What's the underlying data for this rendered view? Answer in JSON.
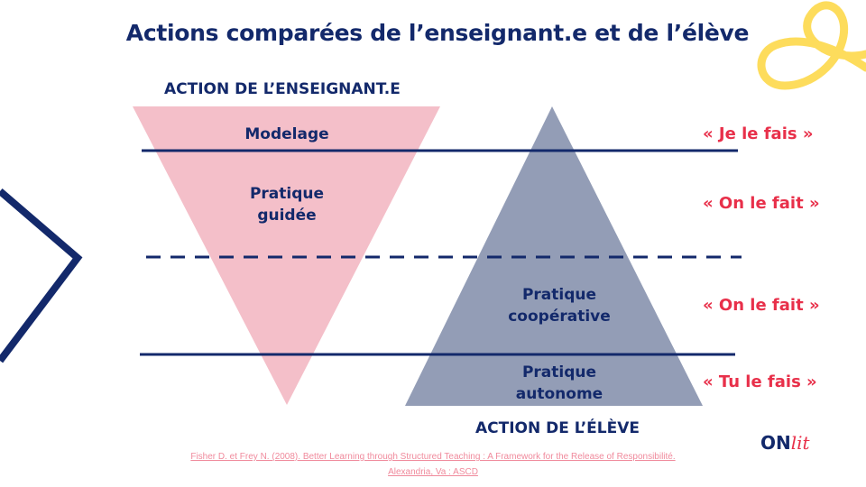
{
  "title": "Actions comparées de l’enseignant.e et de l’élève",
  "teacher_header": "ACTION DE L’ENSEIGNANT.E",
  "student_header": "ACTION DE L’ÉLÈVE",
  "stages": [
    {
      "label_line1": "Modelage",
      "label_line2": "",
      "quote": "« Je le fais »"
    },
    {
      "label_line1": "Pratique",
      "label_line2": "guidée",
      "quote": "« On le fait »"
    },
    {
      "label_line1": "Pratique",
      "label_line2": "coopérative",
      "quote": "« On le fait »"
    },
    {
      "label_line1": "Pratique",
      "label_line2": "autonome",
      "quote": "« Tu le fais »"
    }
  ],
  "citation_line1": "Fisher D. et Frey N. (2008). Better Learning through Structured Teaching : A Framework for the Release of Responsibilité.",
  "citation_line2": "Alexandria, Va : ASCD",
  "logo": {
    "text_on": "ON",
    "text_lit": "lit"
  },
  "colors": {
    "navy": "#13296b",
    "pink": "#f4bfc9",
    "gray": "#939db6",
    "red": "#e8304a",
    "yellow": "#fddc5c"
  }
}
